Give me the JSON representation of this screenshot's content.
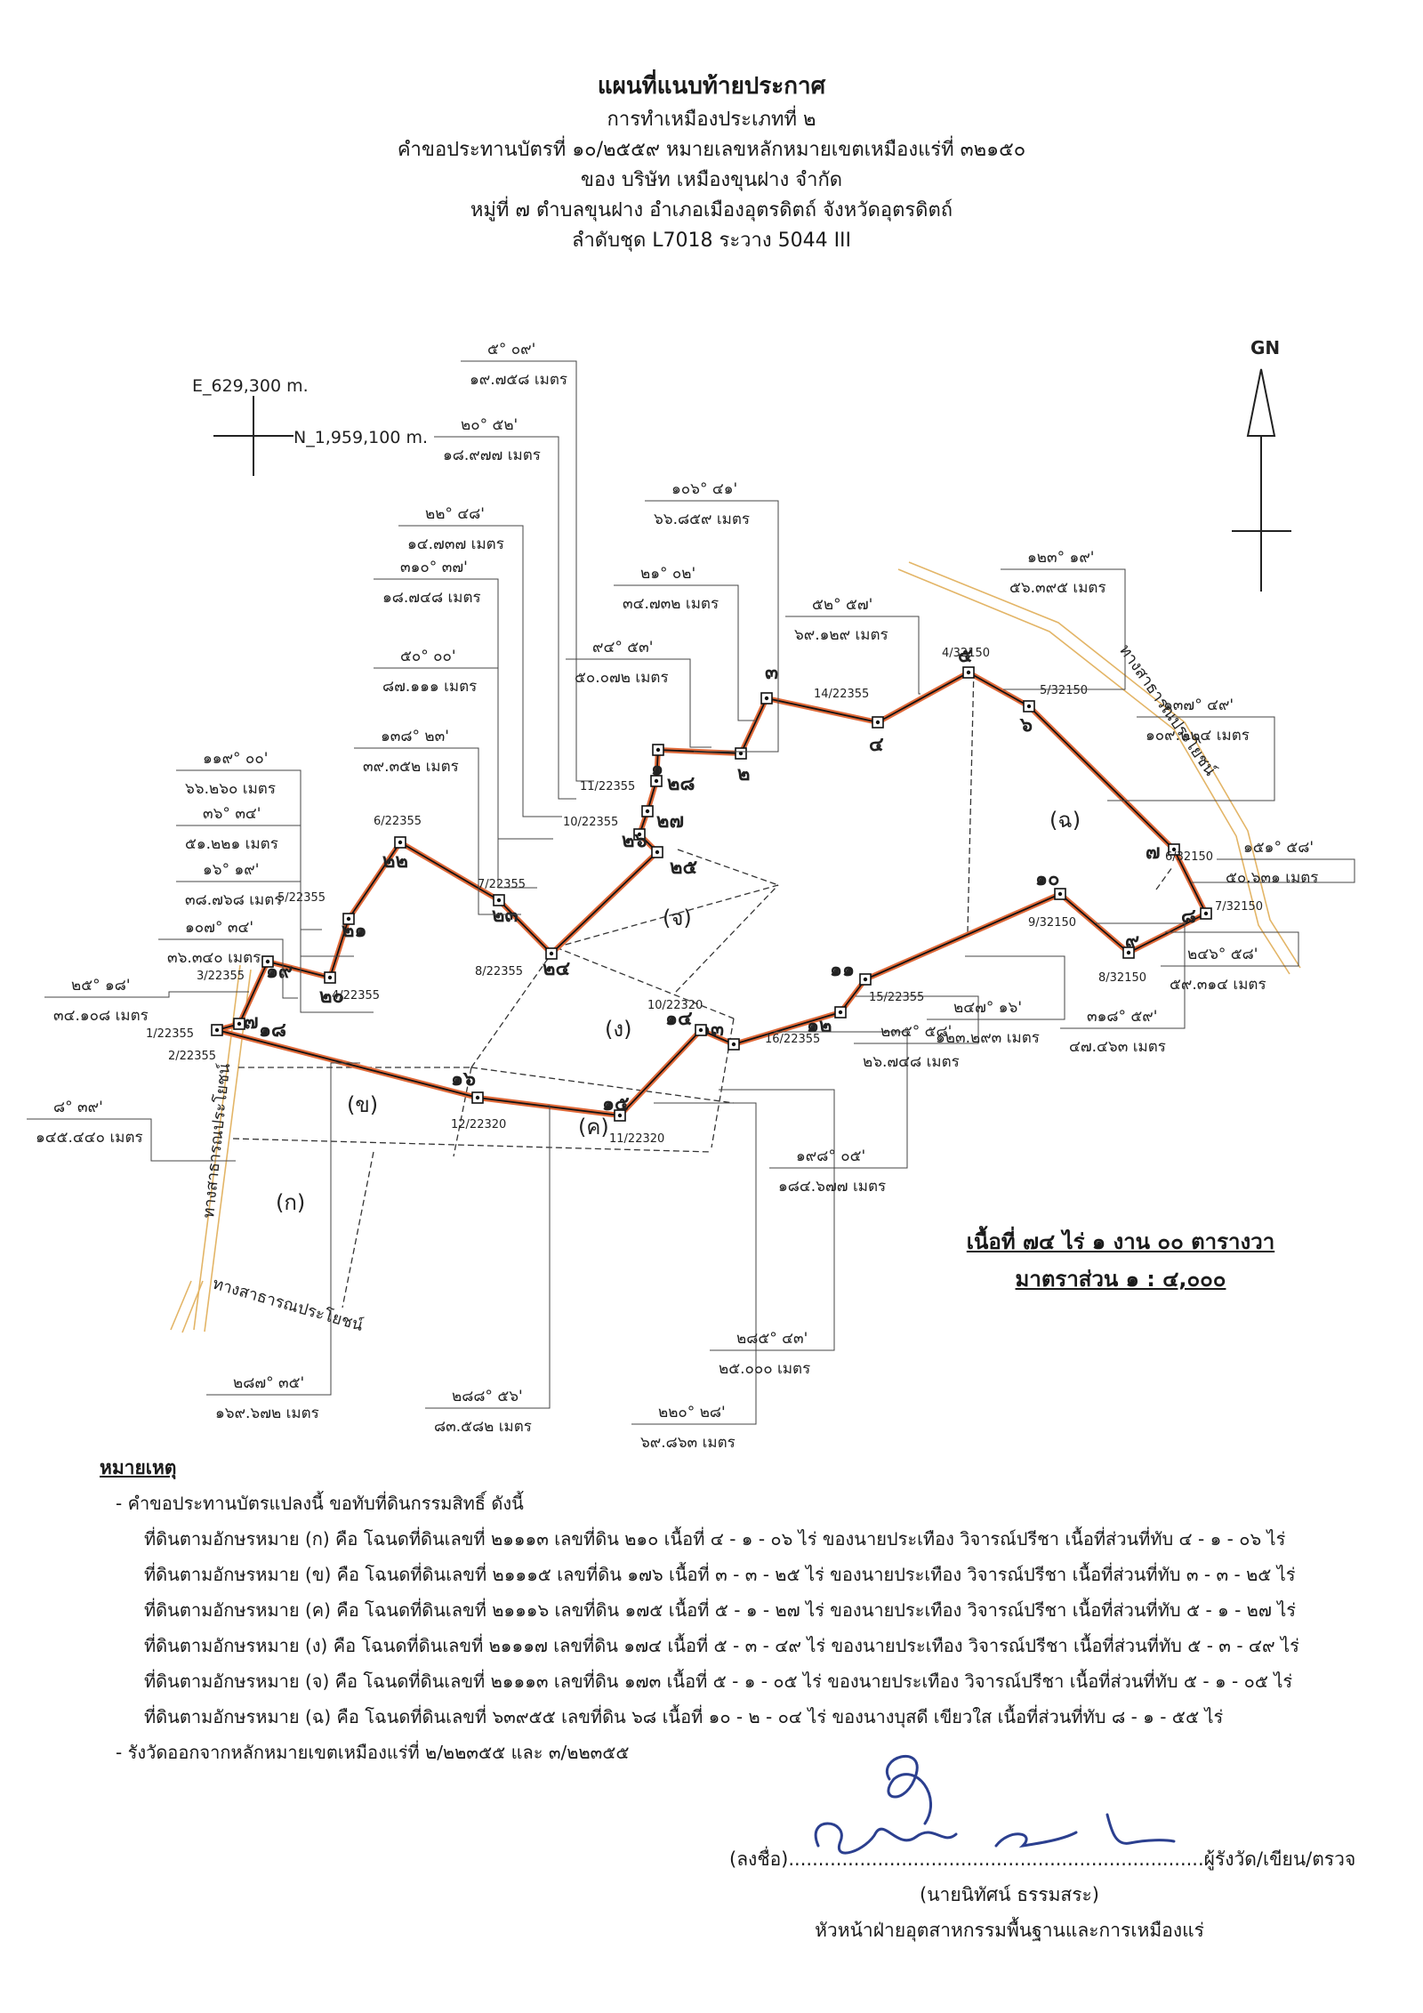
{
  "header": {
    "title": "แผนที่แนบท้ายประกาศ",
    "line2": "การทำเหมืองประเภทที่ ๒",
    "line3": "คำขอประทานบัตรที่ ๑๐/๒๕๕๙ หมายเลขหลักหมายเขตเหมืองแร่ที่ ๓๒๑๕๐",
    "line4": "ของ บริษัท เหมืองขุนฝาง จำกัด",
    "line5": "หมู่ที่ ๗ ตำบลขุนฝาง อำเภอเมืองอุตรดิตถ์ จังหวัดอุตรดิตถ์",
    "line6": "ลำดับชุด L7018 ระวาง 5044 III"
  },
  "map": {
    "north_label": "GN",
    "grid_east": "E_629,300 m.",
    "grid_north": "N_1,959,100 m.",
    "road_label": "ทางสาธารณประโยชน์",
    "parcels": [
      "(ก)",
      "(ข)",
      "(ค)",
      "(ง)",
      "(จ)",
      "(ฉ)"
    ],
    "points": [
      {
        "num": "๑",
        "code": ""
      },
      {
        "num": "๒",
        "code": ""
      },
      {
        "num": "๓",
        "code": ""
      },
      {
        "num": "๔",
        "code": "14/22355"
      },
      {
        "num": "๕",
        "code": "4/32150"
      },
      {
        "num": "๖",
        "code": "5/32150"
      },
      {
        "num": "๗",
        "code": "6/32150"
      },
      {
        "num": "๘",
        "code": "7/32150"
      },
      {
        "num": "๙",
        "code": "8/32150"
      },
      {
        "num": "๑๐",
        "code": "9/32150"
      },
      {
        "num": "๑๑",
        "code": "15/22355"
      },
      {
        "num": "๑๒",
        "code": "16/22355"
      },
      {
        "num": "๑๓",
        "code": ""
      },
      {
        "num": "๑๔",
        "code": "10/22320"
      },
      {
        "num": "๑๕",
        "code": "11/22320"
      },
      {
        "num": "๑๖",
        "code": "12/22320"
      },
      {
        "num": "๑๗",
        "code": "1/22355"
      },
      {
        "num": "๑๘",
        "code": "2/22355"
      },
      {
        "num": "๑๙",
        "code": "3/22355"
      },
      {
        "num": "๒๐",
        "code": "4/22355"
      },
      {
        "num": "๒๑",
        "code": "5/22355"
      },
      {
        "num": "๒๒",
        "code": "6/22355"
      },
      {
        "num": "๒๓",
        "code": "7/22355"
      },
      {
        "num": "๒๔",
        "code": "8/22355"
      },
      {
        "num": "๒๕",
        "code": ""
      },
      {
        "num": "๒๖",
        "code": "10/22355"
      },
      {
        "num": "๒๗",
        "code": ""
      },
      {
        "num": "๒๘",
        "code": "11/22355"
      }
    ],
    "bearings": [
      {
        "angle": "๕° ๐๙'",
        "dist": "๑๙.๗๕๘ เมตร"
      },
      {
        "angle": "๒๐° ๕๒'",
        "dist": "๑๘.๙๗๗ เมตร"
      },
      {
        "angle": "๒๒° ๔๘'",
        "dist": "๑๔.๗๓๗ เมตร"
      },
      {
        "angle": "๓๑๐° ๓๗'",
        "dist": "๑๘.๗๔๘ เมตร"
      },
      {
        "angle": "๕๐° ๐๐'",
        "dist": "๘๗.๑๑๑ เมตร"
      },
      {
        "angle": "๑๓๘° ๒๓'",
        "dist": "๓๙.๓๕๒ เมตร"
      },
      {
        "angle": "๑๑๙° ๐๐'",
        "dist": "๖๖.๒๖๐ เมตร"
      },
      {
        "angle": "๓๖° ๓๔'",
        "dist": "๕๑.๒๒๑ เมตร"
      },
      {
        "angle": "๑๖° ๑๙'",
        "dist": "๓๘.๗๖๘ เมตร"
      },
      {
        "angle": "๑๐๗° ๓๔'",
        "dist": "๓๖.๓๔๐ เมตร"
      },
      {
        "angle": "๒๕° ๑๘'",
        "dist": "๓๔.๑๐๘ เมตร"
      },
      {
        "angle": "๘° ๓๙'",
        "dist": "๑๔๕.๔๔๐ เมตร"
      },
      {
        "angle": "๑๐๖° ๔๑'",
        "dist": "๖๖.๘๕๙ เมตร"
      },
      {
        "angle": "๒๑° ๐๒'",
        "dist": "๓๔.๗๓๒ เมตร"
      },
      {
        "angle": "๙๔° ๕๓'",
        "dist": "๕๐.๐๗๒ เมตร"
      },
      {
        "angle": "๕๒° ๕๗'",
        "dist": "๖๙.๑๒๙ เมตร"
      },
      {
        "angle": "๑๒๓° ๑๙'",
        "dist": "๕๖.๓๙๕ เมตร"
      },
      {
        "angle": "๑๓๗° ๔๙'",
        "dist": "๑๐๙.๒๒๔ เมตร"
      },
      {
        "angle": "๑๕๑° ๕๘'",
        "dist": "๕๐.๖๓๑ เมตร"
      },
      {
        "angle": "๒๔๖° ๕๘'",
        "dist": "๕๙.๓๑๔ เมตร"
      },
      {
        "angle": "๓๑๘° ๕๙'",
        "dist": "๔๗.๔๖๓ เมตร"
      },
      {
        "angle": "๒๔๗° ๑๖'",
        "dist": "๑๒๓.๒๙๓ เมตร"
      },
      {
        "angle": "๒๓๕° ๕๘'",
        "dist": "๒๖.๗๔๘ เมตร"
      },
      {
        "angle": "๑๙๘° ๐๕'",
        "dist": "๑๘๔.๖๗๗ เมตร"
      },
      {
        "angle": "๒๘๕° ๔๓'",
        "dist": "๒๕.๐๐๐ เมตร"
      },
      {
        "angle": "๒๒๐° ๒๘'",
        "dist": "๖๙.๘๖๓ เมตร"
      },
      {
        "angle": "๒๘๘° ๕๖'",
        "dist": "๘๓.๕๘๒ เมตร"
      },
      {
        "angle": "๒๘๗° ๓๕'",
        "dist": "๑๖๙.๖๗๒ เมตร"
      }
    ]
  },
  "area": {
    "size": "เนื้อที่ ๗๔ ไร่ ๑ งาน ๐๐ ตารางวา",
    "scale": "มาตราส่วน ๑ : ๔,๐๐๐"
  },
  "notes": {
    "heading": "หมายเหตุ",
    "intro": "- คำขอประทานบัตรแปลงนี้ ขอทับที่ดินกรรมสิทธิ์ ดังนี้",
    "rows": [
      "ที่ดินตามอักษรหมาย (ก) คือ โฉนดที่ดินเลขที่ ๒๑๑๑๓ เลขที่ดิน ๒๑๐ เนื้อที่ ๔ - ๑ - ๐๖ ไร่ ของนายประเทือง วิจารณ์ปรีชา  เนื้อที่ส่วนที่ทับ ๔ - ๑ - ๐๖ ไร่",
      "ที่ดินตามอักษรหมาย (ข) คือ โฉนดที่ดินเลขที่ ๒๑๑๑๕ เลขที่ดิน ๑๗๖ เนื้อที่ ๓ - ๓ - ๒๕ ไร่ ของนายประเทือง วิจารณ์ปรีชา  เนื้อที่ส่วนที่ทับ ๓ - ๓ - ๒๕ ไร่",
      "ที่ดินตามอักษรหมาย (ค) คือ โฉนดที่ดินเลขที่ ๒๑๑๑๖ เลขที่ดิน ๑๗๕ เนื้อที่ ๕ - ๑ - ๒๗ ไร่ ของนายประเทือง วิจารณ์ปรีชา  เนื้อที่ส่วนที่ทับ ๕ - ๑ - ๒๗ ไร่",
      "ที่ดินตามอักษรหมาย (ง) คือ โฉนดที่ดินเลขที่ ๒๑๑๑๗ เลขที่ดิน ๑๗๔ เนื้อที่ ๕ - ๓ - ๔๙ ไร่ ของนายประเทือง วิจารณ์ปรีชา  เนื้อที่ส่วนที่ทับ ๕ - ๓ - ๔๙ ไร่",
      "ที่ดินตามอักษรหมาย (จ) คือ โฉนดที่ดินเลขที่ ๒๑๑๑๓ เลขที่ดิน ๑๗๓ เนื้อที่ ๕ - ๑ - ๐๕ ไร่ ของนายประเทือง วิจารณ์ปรีชา  เนื้อที่ส่วนที่ทับ ๕ - ๑ - ๐๕ ไร่",
      "ที่ดินตามอักษรหมาย (ฉ) คือ โฉนดที่ดินเลขที่ ๖๓๙๕๕ เลขที่ดิน ๖๘ เนื้อที่ ๑๐ - ๒ - ๐๔ ไร่ ของนางบุสดี เขียวใส  เนื้อที่ส่วนที่ทับ ๘ - ๑ - ๕๕ ไร่"
    ],
    "footer": "- รังวัดออกจากหลักหมายเขตเหมืองแร่ที่ ๒/๒๒๓๕๕ และ ๓/๒๒๓๕๕"
  },
  "signature": {
    "line": "(ลงชื่อ)......................................................................ผู้รังวัด/เขียน/ตรวจ",
    "name": "(นายนิทัศน์ ธรรมสระ)",
    "position": "หัวหน้าฝ่ายอุตสาหกรรมพื้นฐานและการเหมืองแร่"
  }
}
